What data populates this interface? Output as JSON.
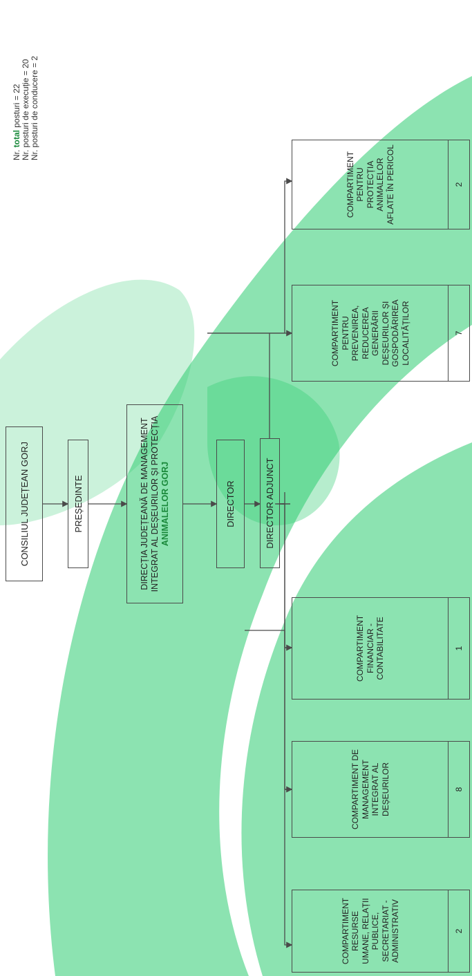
{
  "colors": {
    "watermark": "#2ecc71",
    "text_highlight": "#1b8a3c",
    "border": "#4a4a4a"
  },
  "chart": {
    "council": "CONSILIUL JUDEȚEAN GORJ",
    "president": "PREȘEDINTE",
    "directorate_line1": "DIRECȚIA JUDEȚEANĂ DE MANAGEMENT",
    "directorate_line2": "INTEGRAT AL DEȘEURILOR ȘI PROTECȚIA",
    "directorate_line3": "ANIMALELOR GORJ",
    "director": "DIRECTOR",
    "deputy_director": "DIRECTOR ADJUNCT"
  },
  "compartments": [
    {
      "name": "COMPARTIMENT RESURSE UMANE, RELAȚII PUBLICE, SECRETARIAT - ADMINISTRATIV",
      "count": "2"
    },
    {
      "name": "COMPARTIMENT DE MANAGEMENT INTEGRAT AL DEȘEURILOR",
      "count": "8"
    },
    {
      "name": "COMPARTIMENT FINANCIAR - CONTABILITATE",
      "count": "1"
    },
    {
      "name": "COMPARTIMENT PENTRU PREVENIREA, REDUCEREA GENERĂRII DEȘEURILOR ȘI GOSPODĂRIREA LOCALITĂȚILOR",
      "count": "7"
    },
    {
      "name": "COMPARTIMENT PENTRU PROTECȚIA ANIMALELOR AFLATE ÎN PERICOL",
      "count": "2"
    }
  ],
  "summary": {
    "total_prefix": "Nr.",
    "total_bold": "total",
    "total_rest": "posturi = 22",
    "execution": "Nr. posturi de execuție = 20",
    "leadership": "Nr. posturi de conducere = 2"
  }
}
